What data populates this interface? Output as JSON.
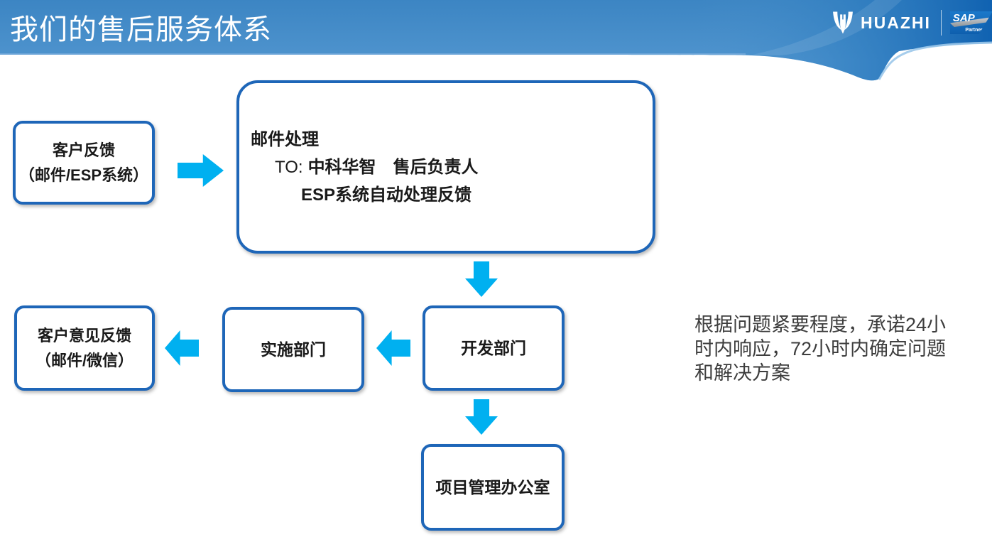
{
  "slide": {
    "title": "我们的售后服务体系"
  },
  "logo": {
    "brand": "HUAZHI",
    "sap": "SAP",
    "sap_sub": "Partner"
  },
  "boxes": {
    "customer_feedback": {
      "line1": "客户反馈",
      "line2": "（邮件/ESP系统）"
    },
    "email_handling": {
      "line1": "邮件处理",
      "to_prefix": "TO:",
      "to_value": "中科华智　售后负责人",
      "line3": "ESP系统自动处理反馈"
    },
    "development": "开发部门",
    "implementation": "实施部门",
    "customer_opinion": {
      "line1": "客户意见反馈",
      "line2": "（邮件/微信）"
    },
    "pmo": "项目管理办公室"
  },
  "note": "根据问题紧要程度，承诺24小时内响应，72小时内确定问题和解决方案",
  "colors": {
    "arrow": "#00b0f0",
    "box_border": "#1e66b8",
    "header_top": "#3c85c3",
    "header_bottom": "#4f94ce",
    "swoosh_dark": "#1062b1"
  }
}
